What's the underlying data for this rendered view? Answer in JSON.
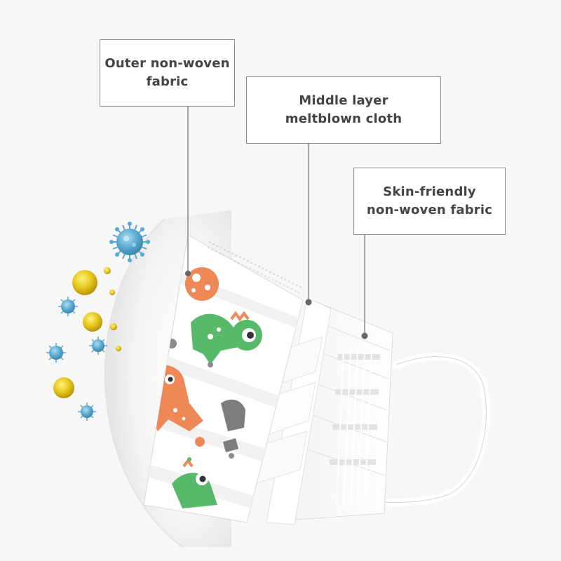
{
  "labels": {
    "outer": {
      "line1": "Outer non-woven",
      "line2": "fabric"
    },
    "middle": {
      "line1": "Middle layer",
      "line2": "meltblown cloth"
    },
    "skin": {
      "line1": "Skin-friendly",
      "line2": "non-woven fabric"
    }
  },
  "colors": {
    "background": "#f7f7f7",
    "virus_blue": "#5aa8cf",
    "pollen_yellow": "#e2c21e",
    "dino_green": "#58b96a",
    "dino_orange": "#ee8856",
    "label_text": "#444444",
    "leader_line": "#7a7a7a"
  },
  "icons": [
    "virus-icon",
    "pollen-icon",
    "dinosaur-print"
  ]
}
